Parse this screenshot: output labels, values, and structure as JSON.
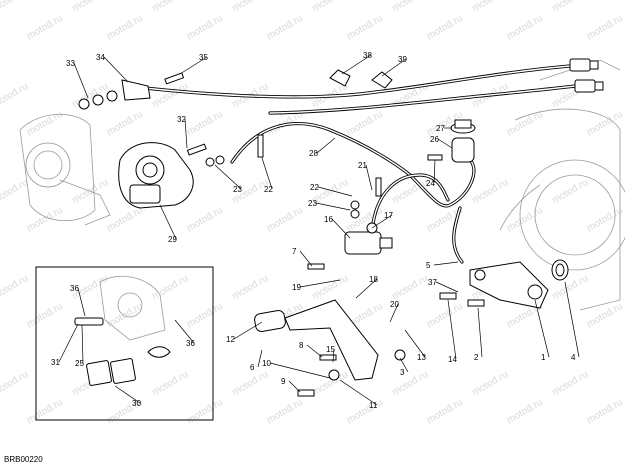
{
  "diagram_code": "BRB00220",
  "watermark": "motod.ru",
  "callouts": [
    "1",
    "2",
    "3",
    "4",
    "5",
    "6",
    "7",
    "8",
    "9",
    "10",
    "11",
    "12",
    "13",
    "14",
    "15",
    "16",
    "17",
    "18",
    "19",
    "20",
    "21",
    "22",
    "23",
    "24",
    "25",
    "26",
    "27",
    "28",
    "29",
    "30",
    "31",
    "32",
    "33",
    "34",
    "35",
    "36",
    "37",
    "38",
    "39"
  ]
}
